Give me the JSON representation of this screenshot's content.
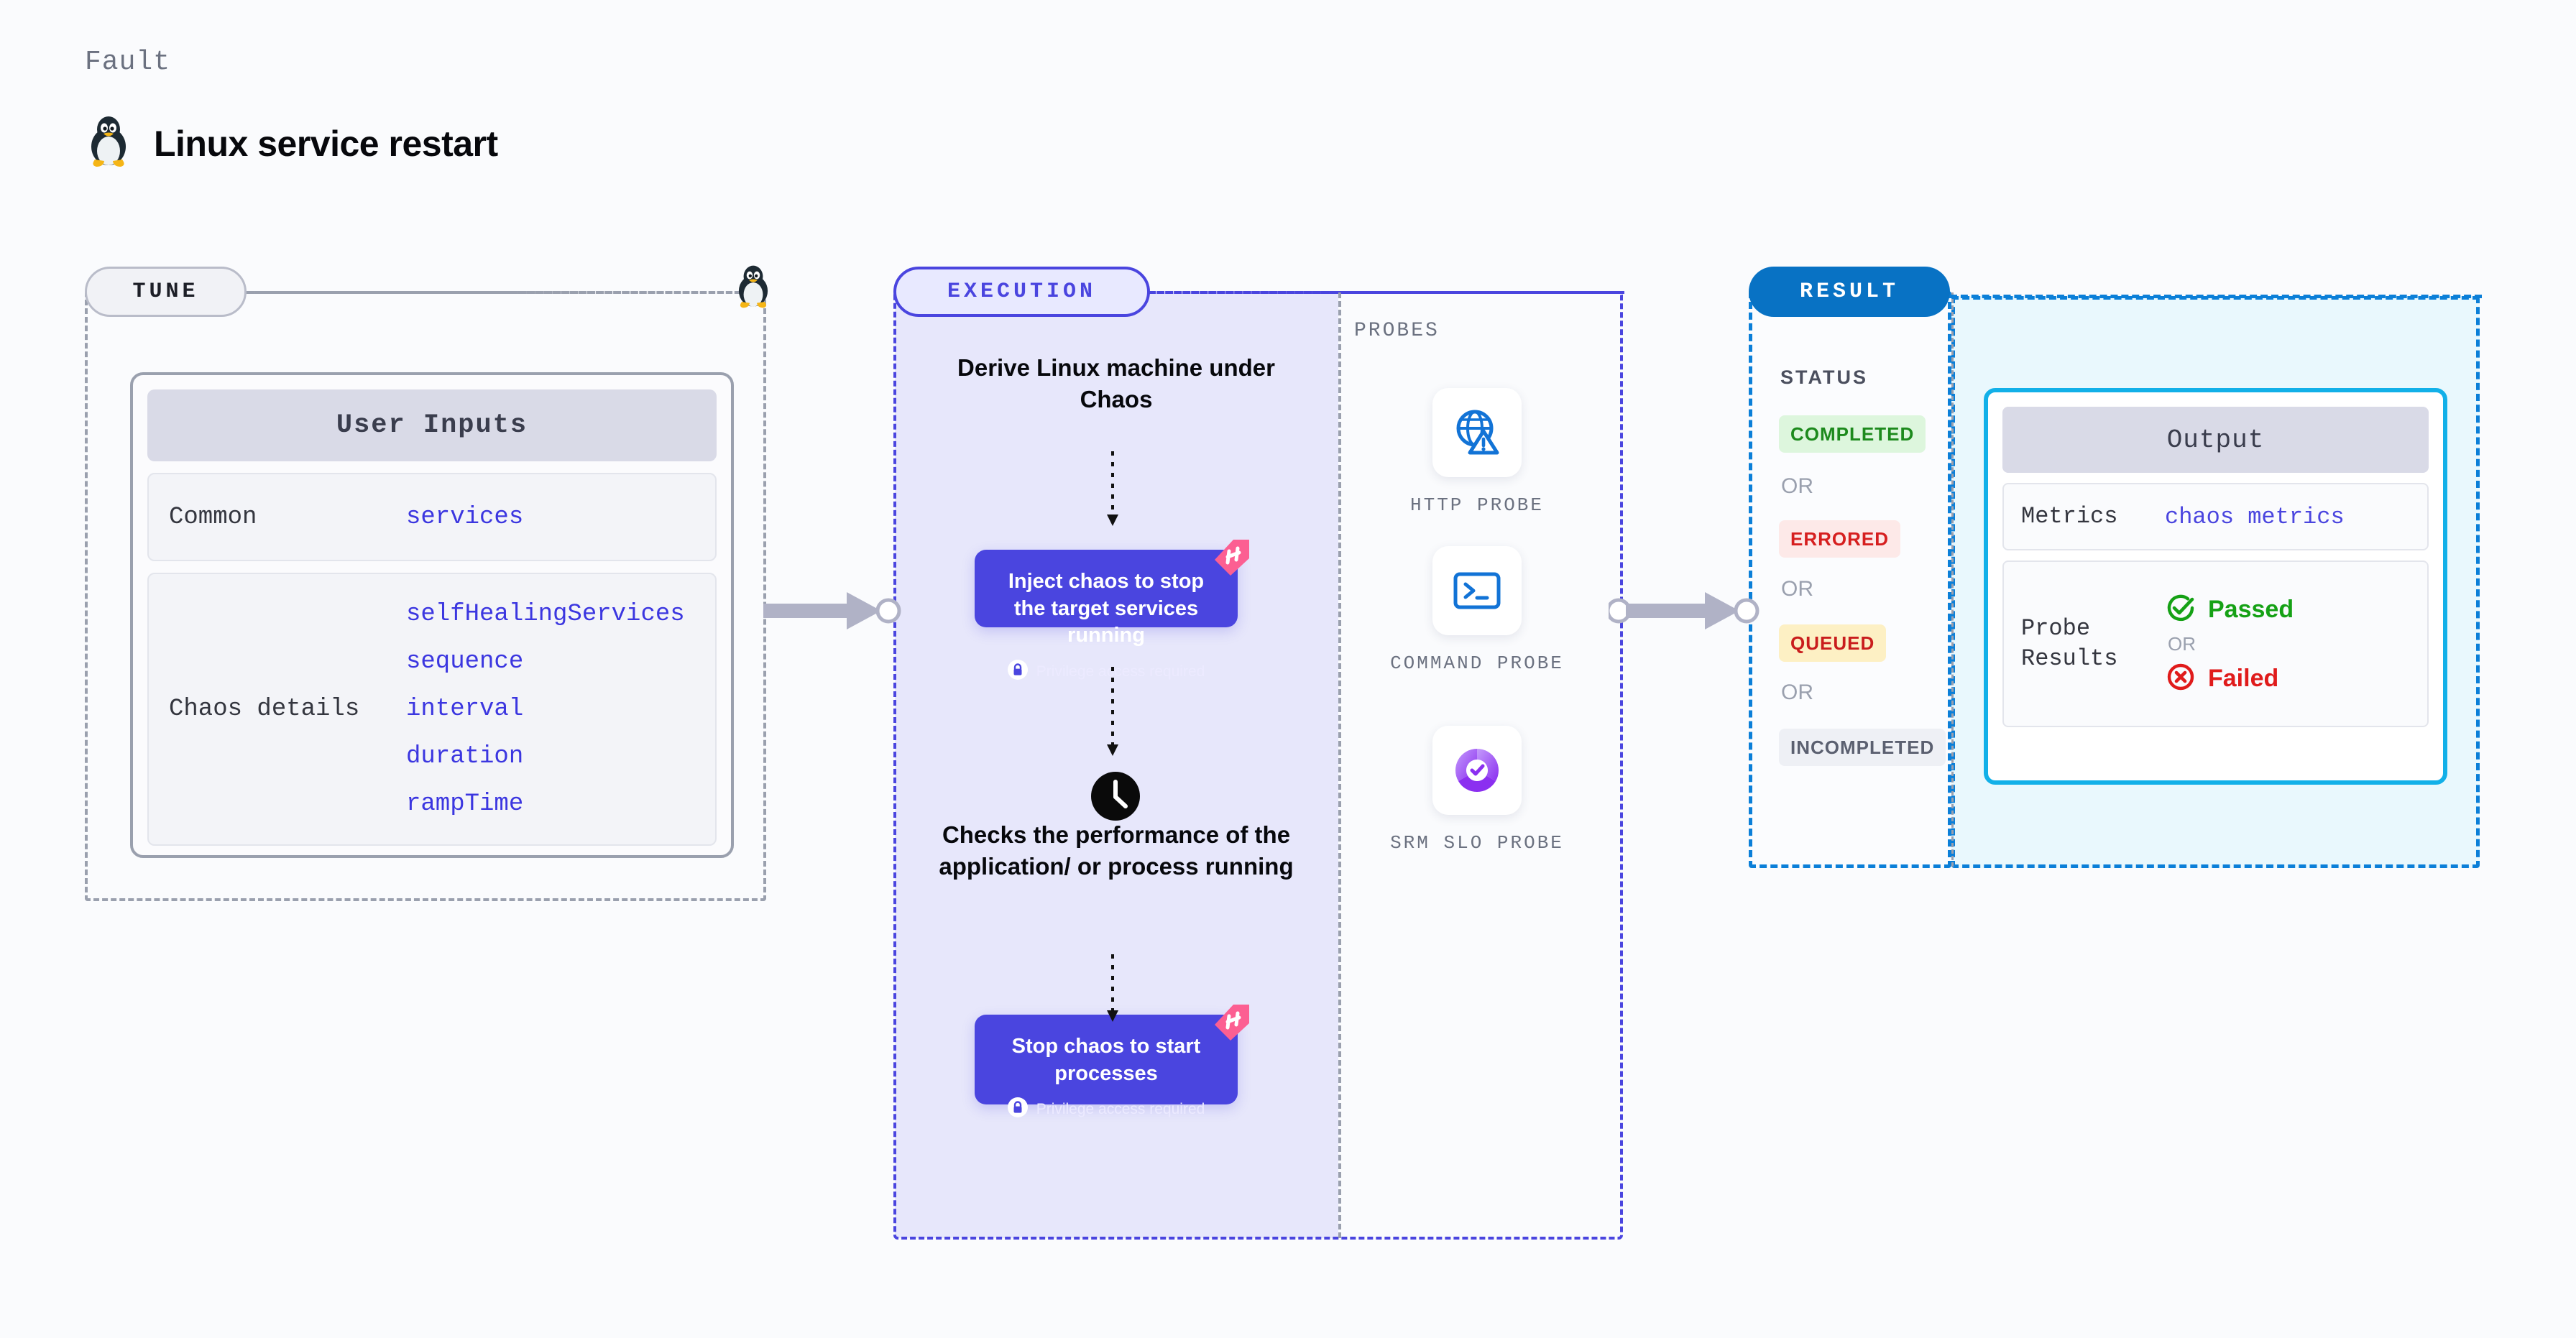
{
  "header": {
    "eyebrow": "Fault",
    "title": "Linux service restart",
    "icon": "tux-penguin-icon"
  },
  "sections": {
    "tune": {
      "label": "TUNE",
      "edge_icon": "tux-penguin-icon",
      "user_inputs": {
        "card_title": "User Inputs",
        "rows": [
          {
            "key": "Common",
            "values": [
              "services"
            ]
          },
          {
            "key": "Chaos details",
            "values": [
              "selfHealingServices",
              "sequence",
              "interval",
              "duration",
              "rampTime"
            ]
          }
        ]
      }
    },
    "execution": {
      "label": "EXECUTION",
      "flow_title": "Derive Linux machine under Chaos",
      "step_inject": {
        "title": "Inject chaos to stop the target services running",
        "privilege_note": "Privilege access required",
        "privilege_icon": "lock-icon",
        "corner_badge": "harness-ribbon-icon"
      },
      "step_check": {
        "icon": "clock-icon",
        "text": "Checks the performance of the application/ or process running"
      },
      "step_stop": {
        "title": "Stop chaos to start processes",
        "privilege_note": "Privilege access required",
        "privilege_icon": "lock-icon",
        "corner_badge": "harness-ribbon-icon"
      },
      "probes": {
        "label": "PROBES",
        "items": [
          {
            "name": "HTTP PROBE",
            "icon": "globe-warning-icon"
          },
          {
            "name": "COMMAND PROBE",
            "icon": "terminal-icon"
          },
          {
            "name": "SRM SLO PROBE",
            "icon": "slo-donut-check-icon"
          }
        ]
      }
    },
    "result": {
      "label": "RESULT",
      "status": {
        "label": "STATUS",
        "separator": "OR",
        "badges": [
          {
            "text": "COMPLETED",
            "bg": "#ddf6dd",
            "fg": "#1d8a1d"
          },
          {
            "text": "ERRORED",
            "bg": "#fde9e8",
            "fg": "#d61f1f"
          },
          {
            "text": "QUEUED",
            "bg": "#fdf0c4",
            "fg": "#c91d1d"
          },
          {
            "text": "INCOMPLETED",
            "bg": "#eef0f5",
            "fg": "#5b6070"
          }
        ]
      },
      "output": {
        "card_title": "Output",
        "metrics_key": "Metrics",
        "metrics_value": "chaos metrics",
        "probe_results_key": "Probe Results",
        "probe_passed": "Passed",
        "probe_failed": "Failed",
        "separator": "OR",
        "passed_icon": "check-circle-icon",
        "failed_icon": "x-circle-icon"
      }
    }
  },
  "colors": {
    "page_bg": "#fafbfd",
    "tune_border": "#9aa0ae",
    "execution_accent": "#4a45df",
    "execution_fill": "#e7e7fb",
    "result_accent": "#0b7fd8",
    "result_pill": "#0872c4",
    "output_border": "#12b0e8",
    "output_fill": "#e9f8fd",
    "value_text": "#3b36e0",
    "ribbon_pink": "#fc5f92"
  }
}
